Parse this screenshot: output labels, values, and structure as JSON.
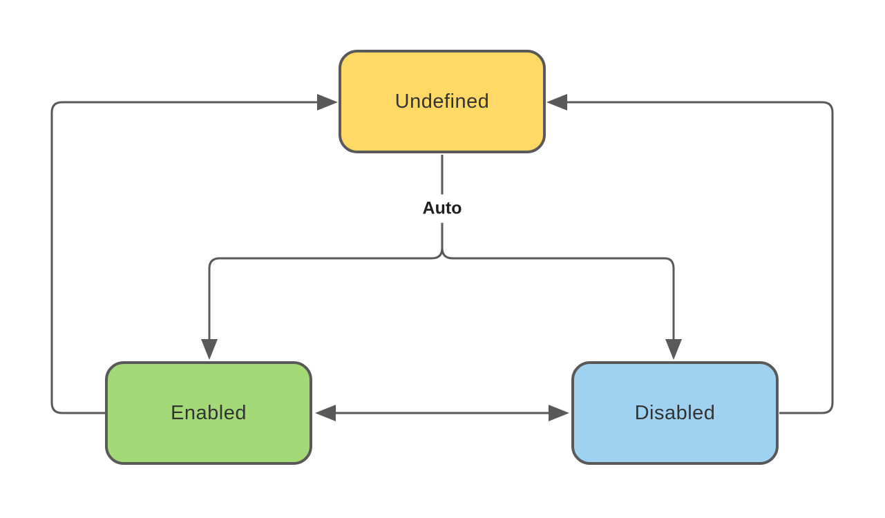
{
  "diagram": {
    "type": "state-diagram",
    "background": "#ffffff",
    "edge_color": "#595959",
    "nodes": [
      {
        "id": "undefined",
        "label": "Undefined",
        "fill": "#FFD966",
        "border": "#595959",
        "text_color": "#333333",
        "position": "top-center"
      },
      {
        "id": "enabled",
        "label": "Enabled",
        "fill": "#A3D977",
        "border": "#595959",
        "text_color": "#333333",
        "position": "bottom-left"
      },
      {
        "id": "disabled",
        "label": "Disabled",
        "fill": "#9ED2F0",
        "border": "#595959",
        "text_color": "#333333",
        "position": "bottom-right"
      }
    ],
    "edges": [
      {
        "name": "undefined-auto-split",
        "from": "Undefined",
        "to": "Enabled, Disabled",
        "label": "Auto",
        "style": "splits into two arrows pointing down into Enabled and Disabled"
      },
      {
        "name": "enabled-to-undefined",
        "from": "Enabled",
        "to": "Undefined",
        "label": "",
        "style": "exits left side of Enabled, loops up left edge, arrow into left side of Undefined"
      },
      {
        "name": "disabled-to-undefined",
        "from": "Disabled",
        "to": "Undefined",
        "label": "",
        "style": "exits right side of Disabled, loops up right edge, arrow into right side of Undefined"
      },
      {
        "name": "enabled-disabled-bidirectional",
        "from": "Enabled",
        "to": "Disabled",
        "label": "",
        "style": "horizontal double-headed arrow between the two lower nodes"
      }
    ]
  }
}
